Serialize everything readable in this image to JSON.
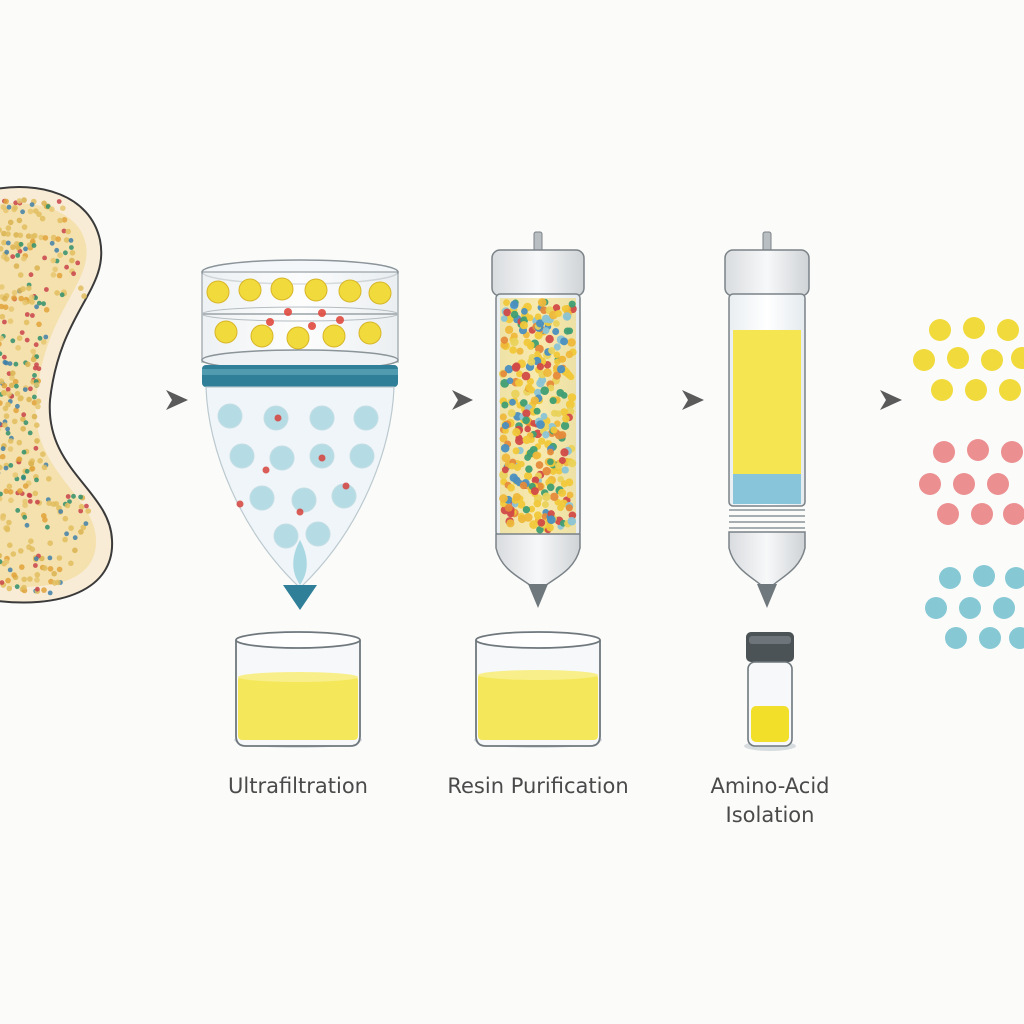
{
  "steps": [
    {
      "label": "Ultrafiltration"
    },
    {
      "label": "Resin Purification"
    },
    {
      "label": "Amino-Acid",
      "label_line2": "Isolation"
    }
  ],
  "colors": {
    "amino_yellow": "#f1da3c",
    "amino_red": "#ec8f91",
    "amino_blue": "#86c9d4",
    "filtrate_yellow": "#f4e85a",
    "membrane_teal": "#2f7f98",
    "arrow_gray": "#6d6d6d"
  }
}
